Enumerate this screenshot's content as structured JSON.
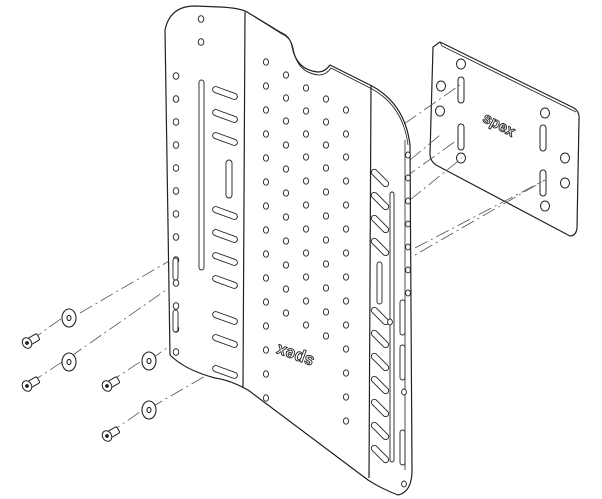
{
  "diagram": {
    "type": "exploded-assembly",
    "components": [
      {
        "id": "back-plate",
        "label": "perforated back plate with side flanges",
        "logo": "spex"
      },
      {
        "id": "mounting-bracket",
        "label": "rectangular mounting bracket",
        "logo": "spex"
      },
      {
        "id": "washers",
        "label": "washers",
        "count": 4
      },
      {
        "id": "screws",
        "label": "button head screws",
        "count": 4
      }
    ],
    "logos": {
      "plate_logo": "spex",
      "bracket_logo": "spex"
    },
    "colors": {
      "line": "#222222",
      "fill": "#ffffff",
      "axis_line": "#555555"
    }
  }
}
